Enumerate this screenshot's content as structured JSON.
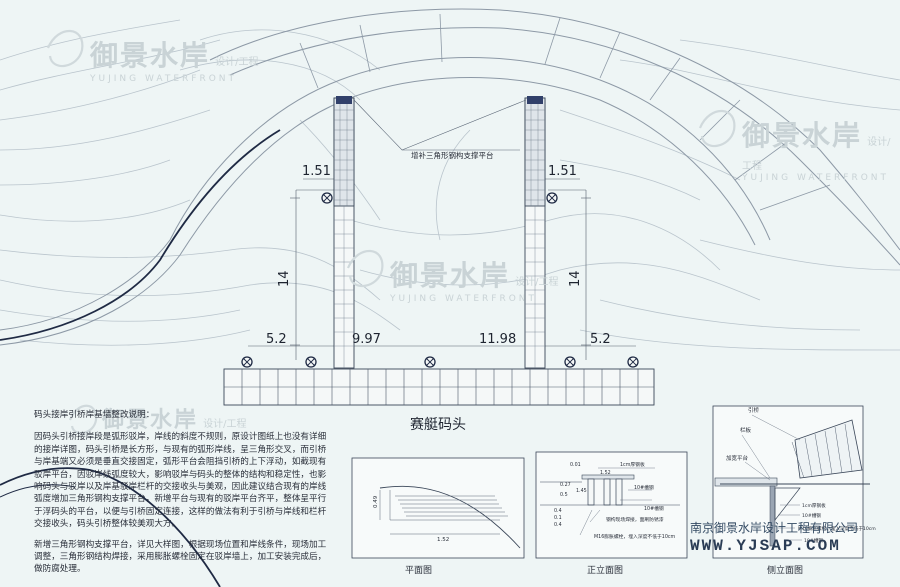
{
  "watermark": {
    "brand": "御景水岸",
    "tag": "设计/工程",
    "sub": "YUJING WATERFRONT"
  },
  "dims": {
    "left_width": "1.51",
    "right_width": "1.51",
    "left_length": "14",
    "right_length": "14",
    "left_edge": "5.2",
    "left_inner": "9.97",
    "right_inner": "11.98",
    "right_edge": "5.2"
  },
  "callout": "增补三角形钢构支撑平台",
  "plan_title": "赛艇码头",
  "notes": {
    "title": "码头接岸引桥岸基墙整改说明：",
    "p1": "因码头引桥接岸段是弧形驳岸，岸线的斜度不规则，原设计图纸上也没有详细的接岸详图，码头引桥是长方形，与现有的弧形岸线，呈三角形交叉，而引桥与岸基端又必须是垂直交接固定，弧形平台会阻挡引桥的上下浮动，如截现有驳岸平台，因驳岸线弧度较大，影响驳岸与码头的整体的结构和稳定性，也影响码头与驳岸以及岸基驳岸栏杆的交接收头与美观，因此建议结合现有的岸线弧度增加三角形钢构支撑平台，新增平台与现有的驳岸平台齐平，整体呈平行于浮码头的平台，以便与引桥固定连接，这样的做法有利于引桥与岸线和栏杆交接收头，码头引桥整体较美观大方。",
    "p2": "新增三角形钢构支撑平台，详见大样图，根据现场位置和岸线条件，现场加工调整，三角形钢结构焊接，采用膨胀螺栓固定在驳岸墙上，加工安装完成后，做防腐处理。"
  },
  "detail1": {
    "label": "平面图",
    "h": "0.49",
    "w": "1.52"
  },
  "detail2": {
    "label": "正立面图",
    "top_note": "1cm厚钢板",
    "w": "1.52",
    "d1": "1.45",
    "d2": "0.27",
    "d3": "0.5",
    "d4": "0.01",
    "n1": "10#槽钢",
    "n2": "10#槽钢",
    "n3": "钢构现场焊接，面刷防锈漆",
    "n4": "M16膨胀螺栓，埋入深度不低于10cm",
    "s1": "0.4",
    "s2": "0.1",
    "s3": "0.4"
  },
  "detail3": {
    "label": "侧立面图",
    "n1": "引桥",
    "n2": "栏板",
    "n3": "加宽平台",
    "n4": "1cm厚钢板",
    "n5": "10#槽钢",
    "n6": "M16膨胀螺栓，埋入深度不低于10cm",
    "n7": "10#槽钢"
  },
  "footer": {
    "company": "南京御景水岸设计工程有限公司",
    "url": "WWW.YJSAP.COM"
  }
}
